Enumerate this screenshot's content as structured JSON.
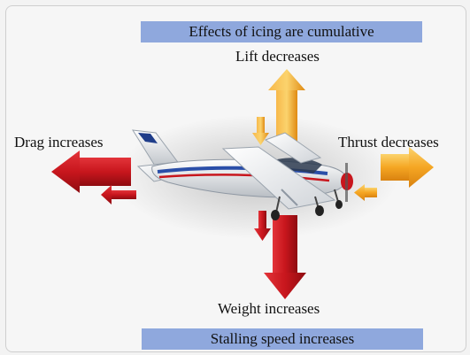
{
  "title": "Effects of icing are cumulative",
  "forces": {
    "lift": "Lift decreases",
    "drag": "Drag increases",
    "thrust": "Thrust decreases",
    "weight": "Weight increases"
  },
  "footer": "Stalling speed increases",
  "colors": {
    "banner": "#8fa8dd",
    "lift_thrust_arrow": "#f5a623",
    "drag_weight_arrow": "#c8161d"
  },
  "icons": [
    "airplane-illustration",
    "lift-arrow-icon",
    "thrust-arrow-icon",
    "drag-arrow-icon",
    "weight-arrow-icon"
  ]
}
